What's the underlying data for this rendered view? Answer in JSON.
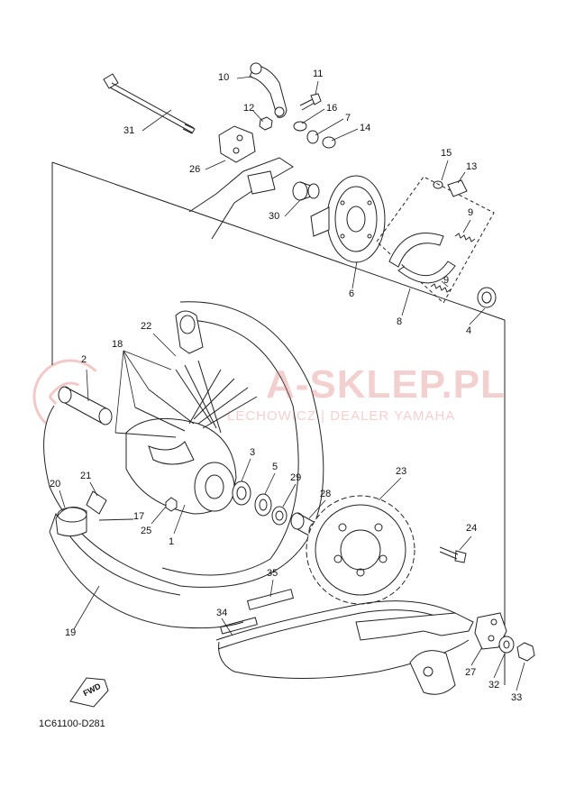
{
  "diagram": {
    "ref_code": "1C61100-D281",
    "fwd_label": "FWD",
    "watermark": {
      "main": "A-SKLEP.PL",
      "sub": "LECHOWICZ | DEALER YAMAHA"
    },
    "callouts": [
      {
        "id": "c10",
        "text": "10"
      },
      {
        "id": "c11",
        "text": "11"
      },
      {
        "id": "c12",
        "text": "12"
      },
      {
        "id": "c16",
        "text": "16"
      },
      {
        "id": "c7",
        "text": "7"
      },
      {
        "id": "c14",
        "text": "14"
      },
      {
        "id": "c31",
        "text": "31"
      },
      {
        "id": "c26",
        "text": "26"
      },
      {
        "id": "c15",
        "text": "15"
      },
      {
        "id": "c13",
        "text": "13"
      },
      {
        "id": "c30",
        "text": "30"
      },
      {
        "id": "c9a",
        "text": "9"
      },
      {
        "id": "c9b",
        "text": "9"
      },
      {
        "id": "c6",
        "text": "6"
      },
      {
        "id": "c8",
        "text": "8"
      },
      {
        "id": "c4",
        "text": "4"
      },
      {
        "id": "c22",
        "text": "22"
      },
      {
        "id": "c18",
        "text": "18"
      },
      {
        "id": "c2",
        "text": "2"
      },
      {
        "id": "c3",
        "text": "3"
      },
      {
        "id": "c5",
        "text": "5"
      },
      {
        "id": "c29",
        "text": "29"
      },
      {
        "id": "c23",
        "text": "23"
      },
      {
        "id": "c20",
        "text": "20"
      },
      {
        "id": "c21",
        "text": "21"
      },
      {
        "id": "c17",
        "text": "17"
      },
      {
        "id": "c25",
        "text": "25"
      },
      {
        "id": "c1",
        "text": "1"
      },
      {
        "id": "c28",
        "text": "28"
      },
      {
        "id": "c24",
        "text": "24"
      },
      {
        "id": "c35",
        "text": "35"
      },
      {
        "id": "c34",
        "text": "34"
      },
      {
        "id": "c19",
        "text": "19"
      },
      {
        "id": "c27",
        "text": "27"
      },
      {
        "id": "c32",
        "text": "32"
      },
      {
        "id": "c33",
        "text": "33"
      }
    ]
  }
}
